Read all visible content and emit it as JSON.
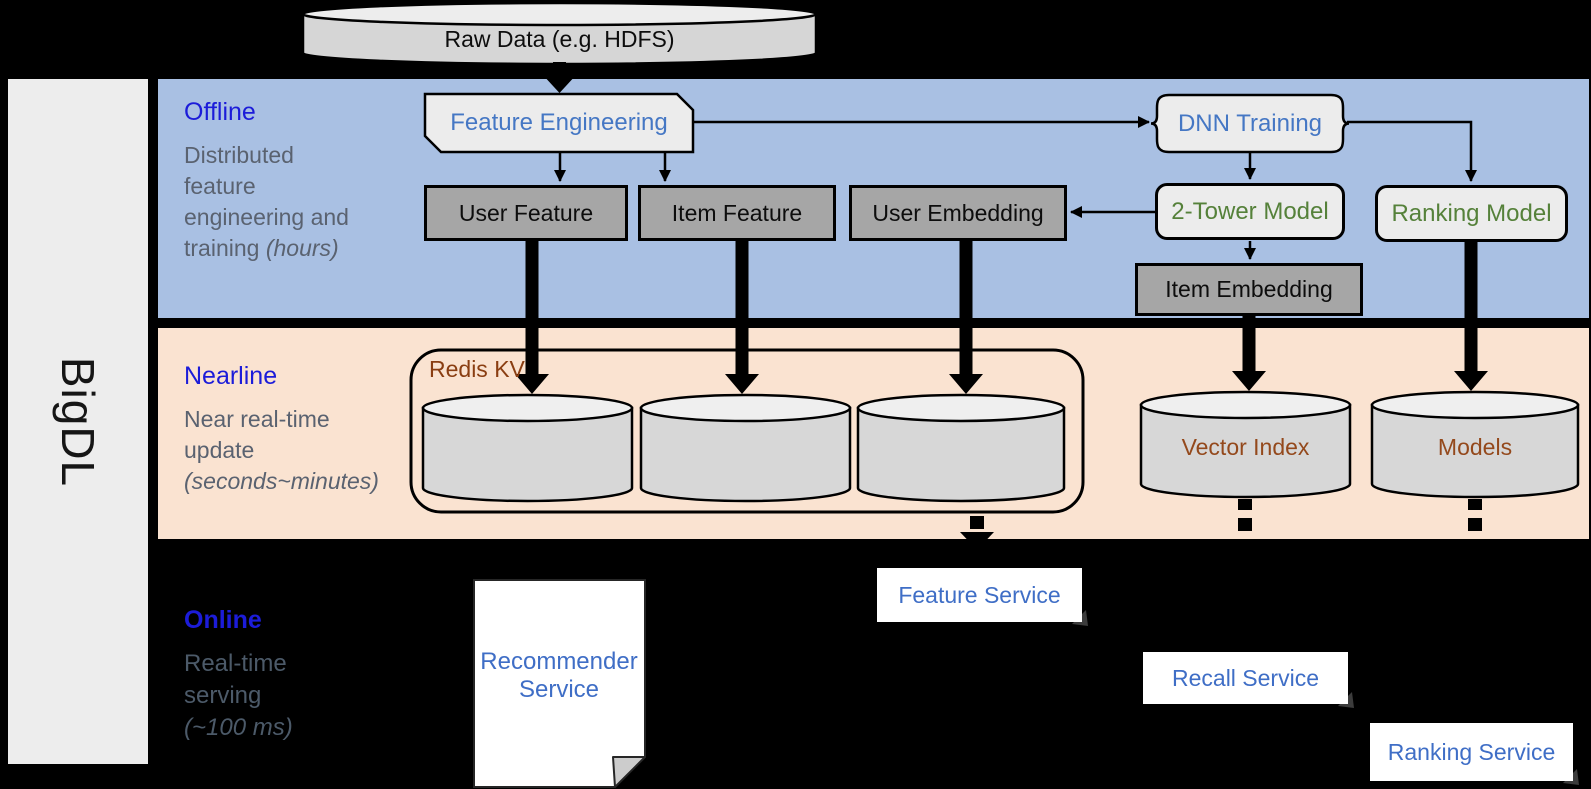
{
  "brand": "BigDL",
  "raw_data": {
    "label": "Raw Data (e.g. HDFS)"
  },
  "offline": {
    "title": "Offline",
    "line1": "Distributed",
    "line2": "feature",
    "line3": "engineering and",
    "line4_pre": "training",
    "line4_em": "(hours)"
  },
  "nearline": {
    "title": "Nearline",
    "line1": "Near real-time",
    "line2": "update",
    "line3_em": "(seconds~minutes)"
  },
  "online": {
    "title": "Online",
    "line1": "Real-time",
    "line2": "serving",
    "line3_em": "(~100 ms)"
  },
  "nodes": {
    "feature_engineering": "Feature Engineering",
    "dnn_training": "DNN Training",
    "user_feature": "User Feature",
    "item_feature": "Item Feature",
    "user_embedding": "User Embedding",
    "two_tower_model": "2-Tower Model",
    "ranking_model": "Ranking Model",
    "item_embedding": "Item Embedding",
    "redis_kv": "Redis KV",
    "vector_index": "Vector Index",
    "models": "Models",
    "feature_service": "Feature Service",
    "recommender_service": "Recommender Service",
    "recall_service": "Recall Service",
    "ranking_service": "Ranking Service"
  },
  "colors": {
    "offline_band": "#a9c0e3",
    "nearline_band": "#fae3d1",
    "background": "#000000",
    "title_blue": "#1c1cd9",
    "node_blue": "#4577c4",
    "node_green": "#55813a",
    "node_brown": "#8a3e12",
    "desc_gray": "#5a6270",
    "dark_box": "#a6a6a6",
    "light_box": "#ececec"
  }
}
